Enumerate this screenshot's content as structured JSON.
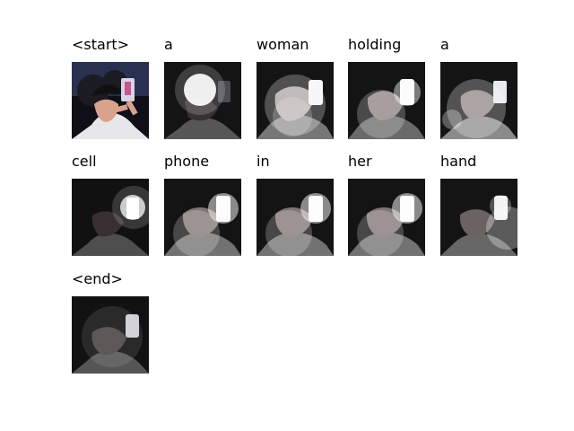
{
  "attention_steps": [
    {
      "word": "<start>",
      "focus": "original"
    },
    {
      "word": "a",
      "focus": "center-face"
    },
    {
      "word": "woman",
      "focus": "full-body"
    },
    {
      "word": "holding",
      "focus": "body-and-phone"
    },
    {
      "word": "a",
      "focus": "chest"
    },
    {
      "word": "cell",
      "focus": "phone-top-right"
    },
    {
      "word": "phone",
      "focus": "phone-and-body"
    },
    {
      "word": "in",
      "focus": "phone-and-body"
    },
    {
      "word": "her",
      "focus": "phone-and-body"
    },
    {
      "word": "hand",
      "focus": "right-side"
    },
    {
      "word": "<end>",
      "focus": "dim-overall"
    }
  ],
  "colors": {
    "background": "#ffffff",
    "text": "#000000",
    "photo_base": "#2f2c2c"
  }
}
